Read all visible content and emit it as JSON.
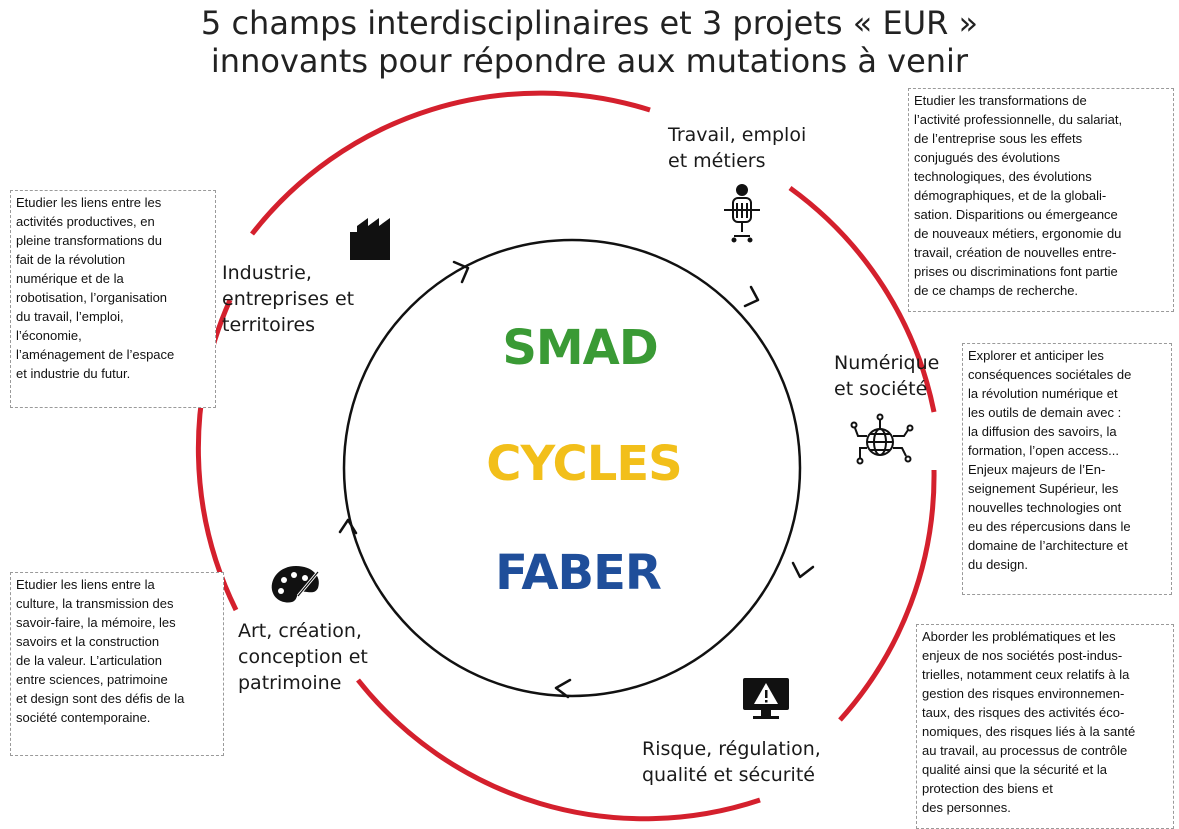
{
  "title": {
    "line1": "5 champs interdisciplinaires et 3 projets « EUR »",
    "line2": "innovants pour répondre aux mutations à venir"
  },
  "projects": [
    {
      "label": "SMAD",
      "color": "#3a9a35"
    },
    {
      "label": "CYCLES",
      "color": "#f2bf1a"
    },
    {
      "label": "FABER",
      "color": "#1f4e9a"
    }
  ],
  "colors": {
    "outer_ring": "#d4202d",
    "inner_ring": "#111111"
  },
  "fields": {
    "travail": {
      "label": "Travail, emploi\net métiers",
      "icon": "office-worker-icon"
    },
    "numerique": {
      "label": "Numérique\net société",
      "icon": "network-globe-icon"
    },
    "risque": {
      "label": "Risque, régulation,\nqualité et sécurité",
      "icon": "warning-monitor-icon"
    },
    "art": {
      "label": "Art, création,\nconception et\npatrimoine",
      "icon": "palette-icon"
    },
    "industrie": {
      "label": "Industrie,\nentreprises et\nterritoires",
      "icon": "factory-icon"
    }
  },
  "descriptions": {
    "travail": "Etudier les transformations de\nl’activité professionnelle, du salariat,\nde l’entreprise sous les effets\nconjugués des évolutions\ntechnologiques, des évolutions\ndémographiques, et de la globali-\nsation. Disparitions ou émergeance\nde nouveaux métiers, ergonomie du\ntravail, création de nouvelles entre-\nprises ou discriminations font partie\nde ce champs de recherche.",
    "industrie": "Etudier les liens entre les\nactivités productives, en\npleine transformations du\nfait de la révolution\nnumérique et de la\nrobotisation, l’organisation\ndu travail, l’emploi,\nl’économie,\nl’aménagement de l’espace\net industrie du futur.",
    "numerique": "Explorer et anticiper les\nconséquences sociétales de\nla révolution numérique et\nles outils de demain avec :\nla diffusion des savoirs, la\nformation, l’open access...\nEnjeux majeurs de l’En-\nseignement Supérieur, les\nnouvelles technologies ont\neu des répercusions dans le\ndomaine de l’architecture et\ndu design.",
    "art": "Etudier les liens entre la\nculture, la transmission des\nsavoir-faire, la mémoire, les\nsavoirs et la construction\nde la valeur. L’articulation\nentre sciences, patrimoine\net design sont des défis de la\nsociété contemporaine.",
    "risque": "Aborder les problématiques et les\nenjeux de nos sociétés post-indus-\ntrielles, notamment ceux relatifs à la\ngestion des risques environnemen-\ntaux, des risques des activités éco-\nnomiques, des risques liés à la santé\nau travail, au processus de contrôle\nqualité ainsi que la sécurité et la\nprotection des biens et\ndes personnes."
  }
}
